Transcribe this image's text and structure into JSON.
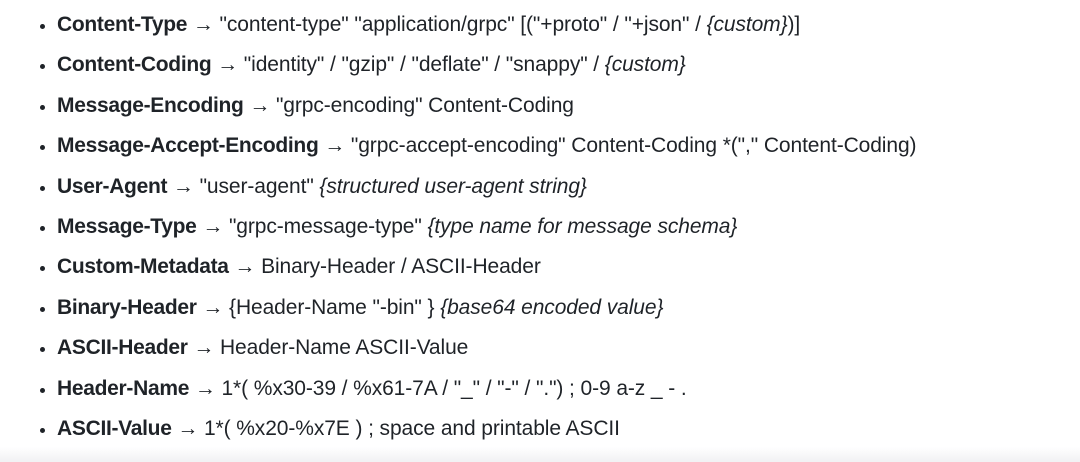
{
  "page": {
    "background_color": "#ffffff",
    "text_color": "#1f2328",
    "bottom_fade_color": "#f2f2f4"
  },
  "list": {
    "arrow": " → ",
    "items": [
      {
        "term": "Content-Type",
        "pre": "\"content-type\" \"application/grpc\" [(\"+proto\" / \"+json\" / ",
        "italic": "{custom}",
        "post": ")]"
      },
      {
        "term": "Content-Coding",
        "pre": "\"identity\" / \"gzip\" / \"deflate\" / \"snappy\" / ",
        "italic": "{custom}",
        "post": ""
      },
      {
        "term": "Message-Encoding",
        "pre": "\"grpc-encoding\" Content-Coding",
        "italic": "",
        "post": ""
      },
      {
        "term": "Message-Accept-Encoding",
        "pre": "\"grpc-accept-encoding\" Content-Coding *(\",\" Content-Coding)",
        "italic": "",
        "post": ""
      },
      {
        "term": "User-Agent",
        "pre": "\"user-agent\" ",
        "italic": "{structured user-agent string}",
        "post": ""
      },
      {
        "term": "Message-Type",
        "pre": "\"grpc-message-type\" ",
        "italic": "{type name for message schema}",
        "post": ""
      },
      {
        "term": "Custom-Metadata",
        "pre": "Binary-Header / ASCII-Header",
        "italic": "",
        "post": ""
      },
      {
        "term": "Binary-Header",
        "pre": "{Header-Name \"-bin\" } ",
        "italic": "{base64 encoded value}",
        "post": ""
      },
      {
        "term": "ASCII-Header",
        "pre": "Header-Name ASCII-Value",
        "italic": "",
        "post": ""
      },
      {
        "term": "Header-Name",
        "pre": "1*( %x30-39 / %x61-7A / \"_\" / \"-\" / \".\") ; 0-9 a-z _ - .",
        "italic": "",
        "post": ""
      },
      {
        "term": "ASCII-Value",
        "pre": "1*( %x20-%x7E ) ; space and printable ASCII",
        "italic": "",
        "post": ""
      }
    ]
  }
}
